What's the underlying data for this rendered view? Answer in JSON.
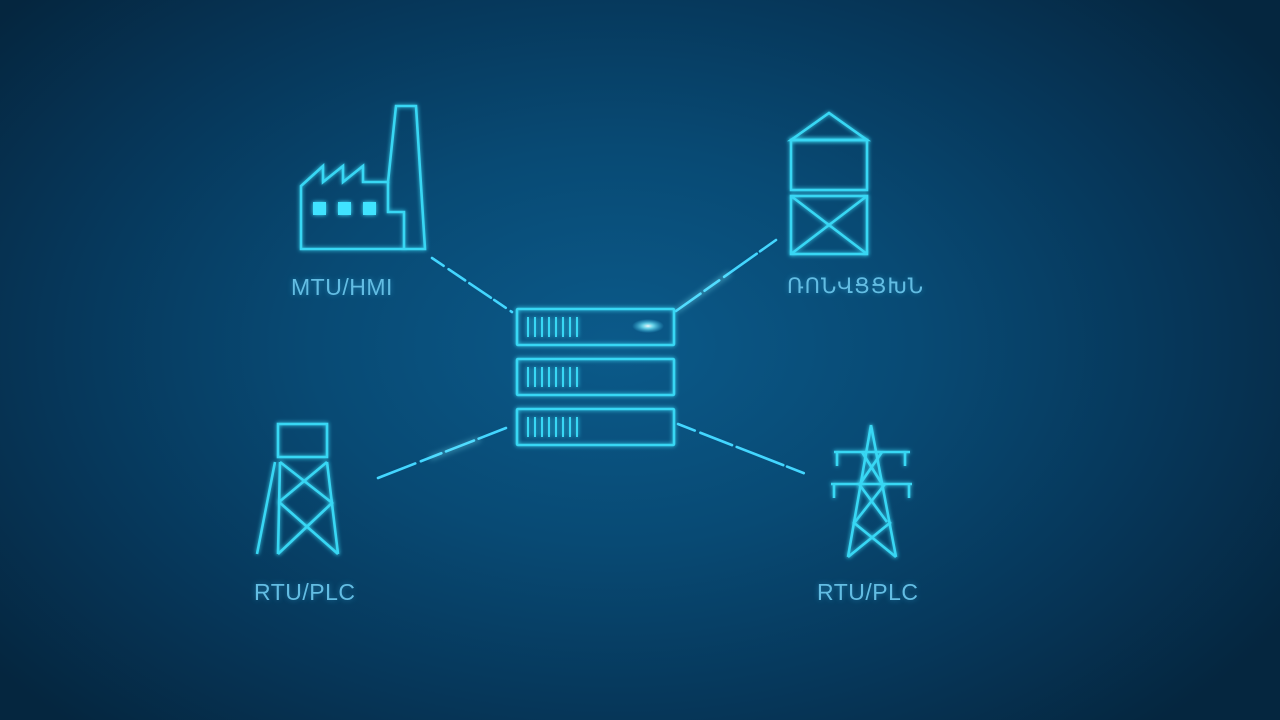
{
  "diagram": {
    "nodes": [
      {
        "id": "mtu-hmi",
        "icon": "factory-icon",
        "label": "MTU/HMI"
      },
      {
        "id": "water-tower",
        "icon": "water-tower-icon",
        "label": "ՌՈՆՎՑՑԽՆ"
      },
      {
        "id": "rtu-plc-left",
        "icon": "oil-derrick-icon",
        "label": "RTU/PLC"
      },
      {
        "id": "rtu-plc-right",
        "icon": "transmission-tower-icon",
        "label": "RTU/PLC"
      }
    ],
    "hub": {
      "icon": "server-rack-icon"
    },
    "links": [
      {
        "from": "mtu-hmi",
        "to": "server"
      },
      {
        "from": "water-tower",
        "to": "server"
      },
      {
        "from": "rtu-plc-left",
        "to": "server"
      },
      {
        "from": "rtu-plc-right",
        "to": "server"
      }
    ],
    "colors": {
      "background": "#084a74",
      "line": "#39d7f4",
      "label": "#63bde3"
    }
  }
}
